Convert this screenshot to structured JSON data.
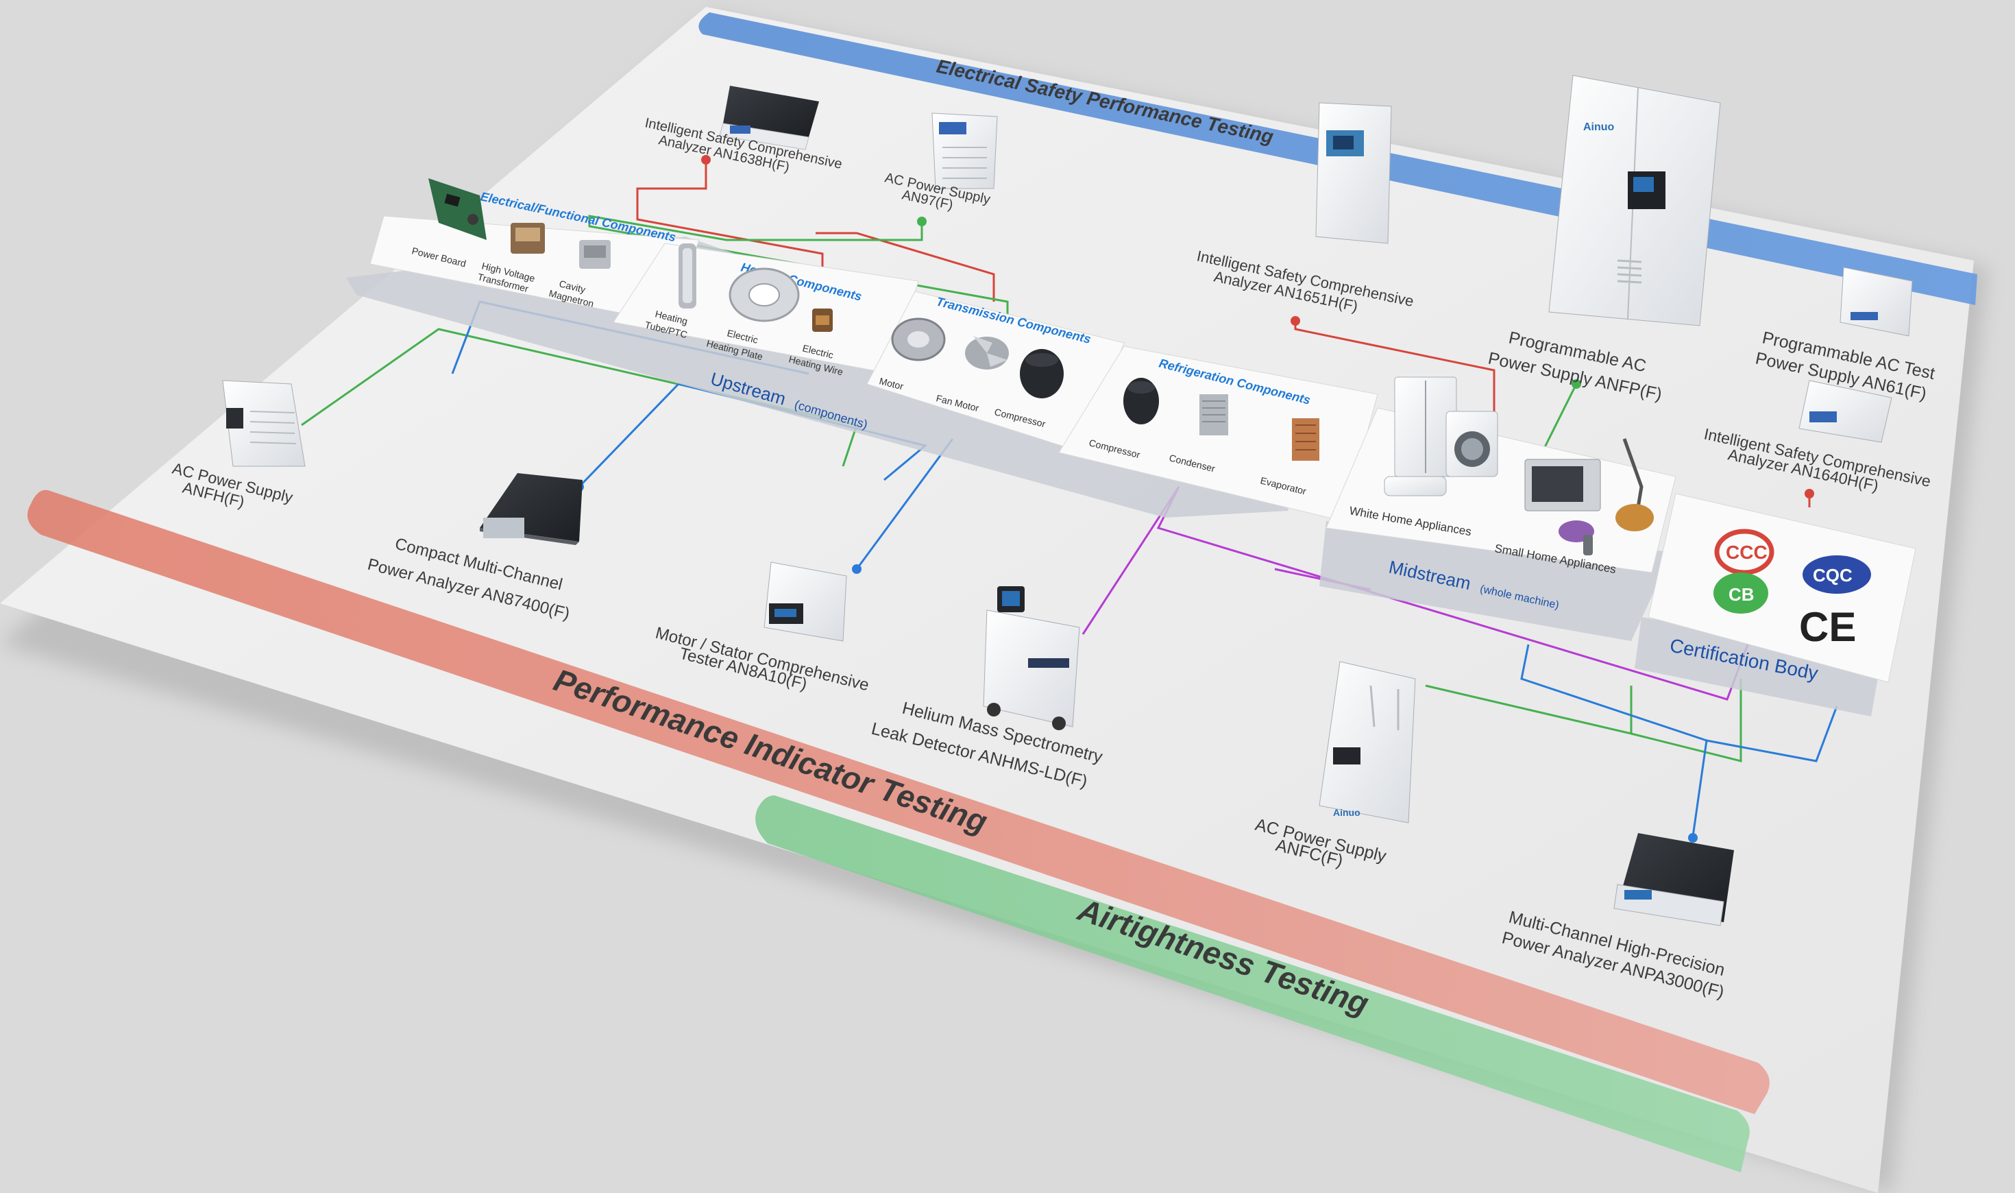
{
  "bands": {
    "electrical_safety": "Electrical Safety Performance Testing",
    "performance": "Performance Indicator Testing",
    "airtightness": "Airtightness Testing"
  },
  "streams": {
    "upstream": "Upstream",
    "upstream_sub": "(components)",
    "midstream": "Midstream",
    "midstream_sub": "(whole machine)",
    "certification": "Certification Body"
  },
  "cards": {
    "electrical": {
      "title": "Electrical/Functional Components",
      "items": [
        "Power Board",
        "High Voltage",
        "Transformer",
        "Cavity",
        "Magnetron"
      ]
    },
    "heating": {
      "title": "Heating Components",
      "items": [
        "Heating",
        "Tube/PTC",
        "Electric",
        "Heating Plate",
        "Electric",
        "Heating Wire"
      ]
    },
    "transmission": {
      "title": "Transmission Components",
      "items": [
        "Motor",
        "Fan Motor",
        "Compressor"
      ]
    },
    "refrigeration": {
      "title": "Refrigeration Components",
      "items": [
        "Compressor",
        "Condenser",
        "Evaporator"
      ]
    },
    "midstream": {
      "items": [
        "White Home Appliances",
        "Small Home Appliances"
      ]
    },
    "certification": {
      "marks": [
        "CCC",
        "CQC",
        "CB",
        "CE"
      ]
    }
  },
  "devices": {
    "an1638h": [
      "Intelligent Safety Comprehensive",
      "Analyzer AN1638H(F)"
    ],
    "an97": [
      "AC Power Supply",
      "AN97(F)"
    ],
    "an1651h": [
      "Intelligent Safety Comprehensive",
      "Analyzer AN1651H(F)"
    ],
    "anfp": [
      "Programmable AC",
      "Power Supply ANFP(F)"
    ],
    "an61": [
      "Programmable AC Test",
      "Power Supply AN61(F)"
    ],
    "an1640h": [
      "Intelligent Safety Comprehensive",
      "Analyzer AN1640H(F)"
    ],
    "anfh": [
      "AC Power Supply",
      "ANFH(F)"
    ],
    "an87400": [
      "Compact Multi-Channel",
      "Power Analyzer AN87400(F)"
    ],
    "an8a10": [
      "Motor / Stator Comprehensive",
      "Tester AN8A10(F)"
    ],
    "anhms": [
      "Helium Mass Spectrometry",
      "Leak Detector ANHMS-LD(F)"
    ],
    "anfc": [
      "AC Power Supply",
      "ANFC(F)"
    ],
    "anpa3000": [
      "Multi-Channel High-Precision",
      "Power Analyzer ANPA3000(F)"
    ]
  },
  "brand": "Ainuo",
  "colors": {
    "background": "#dadada",
    "board": "#efefef",
    "blue_band": "#5b8fd6",
    "red_band": "#e07a68",
    "green_band": "#7cc98e",
    "line_red": "#d6453b",
    "line_green": "#45b04f",
    "line_blue": "#2b7bd9",
    "line_purple": "#b53bd3",
    "card_title": "#1f7ad6"
  }
}
